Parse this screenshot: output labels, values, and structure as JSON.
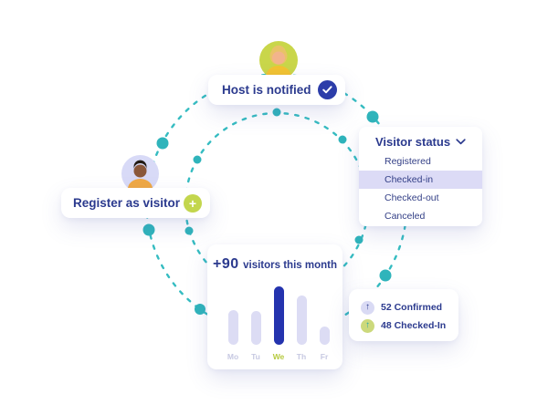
{
  "illustration": {
    "host_card": {
      "label": "Host is notified"
    },
    "register_card": {
      "label": "Register as visitor",
      "plus_glyph": "+"
    },
    "visitor_status": {
      "title": "Visitor status",
      "options": [
        {
          "label": "Registered",
          "selected": false
        },
        {
          "label": "Checked-in",
          "selected": true
        },
        {
          "label": "Checked-out",
          "selected": false
        },
        {
          "label": "Canceled",
          "selected": false
        }
      ]
    },
    "stats": [
      {
        "icon": "arrow-up-icon",
        "glyph": "↑",
        "label": "52 Confirmed",
        "circle_color": "#d9daf4",
        "arrow_color": "#2b3a8e"
      },
      {
        "icon": "arrow-up-icon",
        "glyph": "↑",
        "label": "48 Checked-In",
        "circle_color": "#ccd97c",
        "arrow_color": "#2aa7ad"
      }
    ]
  },
  "chart_data": {
    "type": "bar",
    "title": "+90 visitors this month",
    "title_value": "+90",
    "title_text": "visitors this month",
    "categories": [
      "Mo",
      "Tu",
      "We",
      "Th",
      "Fr"
    ],
    "values": [
      38,
      37,
      64,
      54,
      20
    ],
    "values_unit": "relative bar height (px as depicted)",
    "highlight_index": 2,
    "bar_color": "#dcdcf4",
    "highlight_bar_color": "#2433ae",
    "label_color": "#c7c9e2",
    "highlight_label_color": "#b6ca3f",
    "xlabel": "",
    "ylabel": "",
    "grid": false,
    "legend": false
  },
  "colors": {
    "teal_path": "#35bcc1",
    "navy_text": "#2b3a8e",
    "check_blue": "#2c3da9",
    "lime_accent": "#c3d64d",
    "highlight_row": "#dcdbf6"
  }
}
